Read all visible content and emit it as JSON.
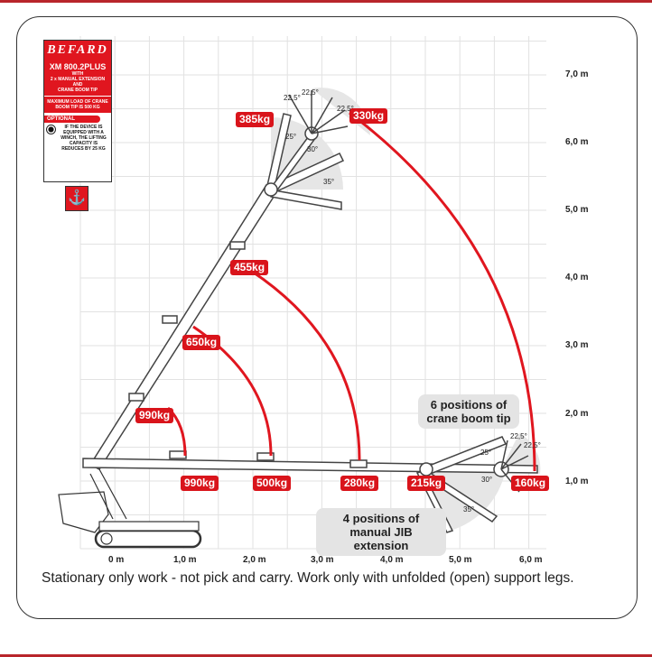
{
  "card": {
    "brand": "BEFARD",
    "model": "XM 800.2PLUS",
    "with": "WITH",
    "ext": "2 x MANUAL EXTENSION",
    "and": "AND",
    "tip": "CRANE BOOM TIP",
    "max_load": "MAXIMUM LOAD OF CRANE BOOM TIP IS 500 KG",
    "optional": "OPTIONAL",
    "winch_note": "IF THE DEVICE IS EQUIPPED WITH A WINCH, THE LIFTING CAPACITY IS REDUCES BY 25 KG",
    "hook_icon": "crane-hook-icon"
  },
  "y_axis": [
    "7,0 m",
    "6,0 m",
    "5,0 m",
    "4,0 m",
    "3,0 m",
    "2,0 m",
    "1,0 m"
  ],
  "x_axis": [
    "0 m",
    "1,0 m",
    "2,0 m",
    "3,0 m",
    "4,0 m",
    "5,0 m",
    "6,0 m"
  ],
  "loads": {
    "boom": [
      "990kg",
      "650kg",
      "455kg",
      "385kg",
      "330kg"
    ],
    "jib": [
      "990kg",
      "500kg",
      "280kg",
      "215kg",
      "160kg"
    ]
  },
  "angles": {
    "top": [
      "22,5°",
      "22,5°",
      "22,5°",
      "25°",
      "30°",
      "35°"
    ],
    "bottom": [
      "22,5°",
      "22,5°",
      "25°",
      "30°",
      "35°"
    ]
  },
  "notes": {
    "tip_positions": "6 positions of crane boom tip",
    "jib_positions": "4 positions of manual JIB extension"
  },
  "caption": "Stationary only work - not pick and carry. Work only with unfolded (open) support legs.",
  "colors": {
    "accent": "#d9141b",
    "grid": "#e2e2e2",
    "boom": "#444444"
  }
}
